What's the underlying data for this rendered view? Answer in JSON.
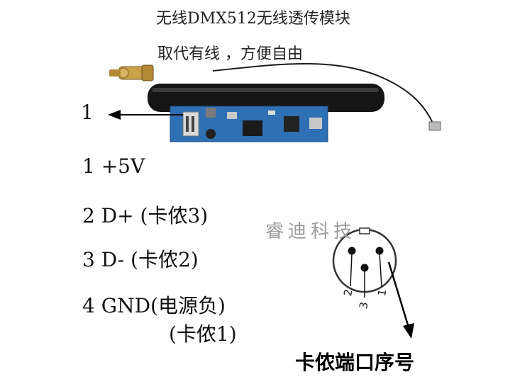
{
  "header": {
    "title": "无线DMX512无线透传模块",
    "subtitle": "取代有线 ，方便自由"
  },
  "pointer_label": "1",
  "pins": [
    {
      "label": "1 +5V"
    },
    {
      "label": "2 D+ (卡侬3)"
    },
    {
      "label": "3 D-  (卡侬2)"
    },
    {
      "label": "4 GND(电源负)"
    },
    {
      "label": "(卡侬1)"
    }
  ],
  "watermark": "睿迪科技",
  "xlr_pins": [
    "2",
    "3",
    "1"
  ],
  "caption": "卡侬端口序号",
  "colors": {
    "pcb": "#2f6fb3",
    "antenna": "#151515",
    "connector": "#c9a24a"
  }
}
